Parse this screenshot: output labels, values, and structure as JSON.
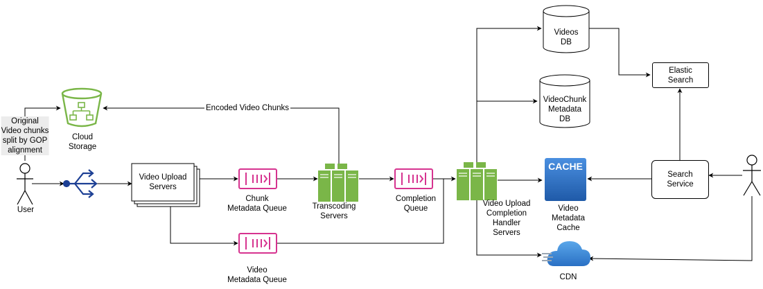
{
  "nodes": {
    "user": "User",
    "cloud_storage": "Cloud\nStorage",
    "upload_servers": "Video Upload\nServers",
    "chunk_queue": "Chunk\nMetadata Queue",
    "video_meta_queue": "Video\nMetadata Queue",
    "transcoding": "Transcoding\nServers",
    "completion_queue": "Completion\nQueue",
    "completion_handler": "Video Upload\nCompletion\nHandler\nServers",
    "videos_db": "Videos\nDB",
    "chunk_db": "VideoChunk\nMetadata\nDB",
    "elastic": "Elastic\nSearch",
    "cache_icon_text": "CACHE",
    "cache": "Video\nMetadata\nCache",
    "search_service": "Search\nService",
    "cdn": "CDN"
  },
  "edge_labels": {
    "original_chunks": "Original\nVideo chunks\nsplit by GOP\nalignment",
    "encoded_chunks": "Encoded Video Chunks"
  },
  "colors": {
    "queue": "#d6338f",
    "server": "#7ab648",
    "cache": "#2f6fbe",
    "cdn": "#3f86d1",
    "load_balancer": "#1c3f94",
    "line": "#000000"
  }
}
